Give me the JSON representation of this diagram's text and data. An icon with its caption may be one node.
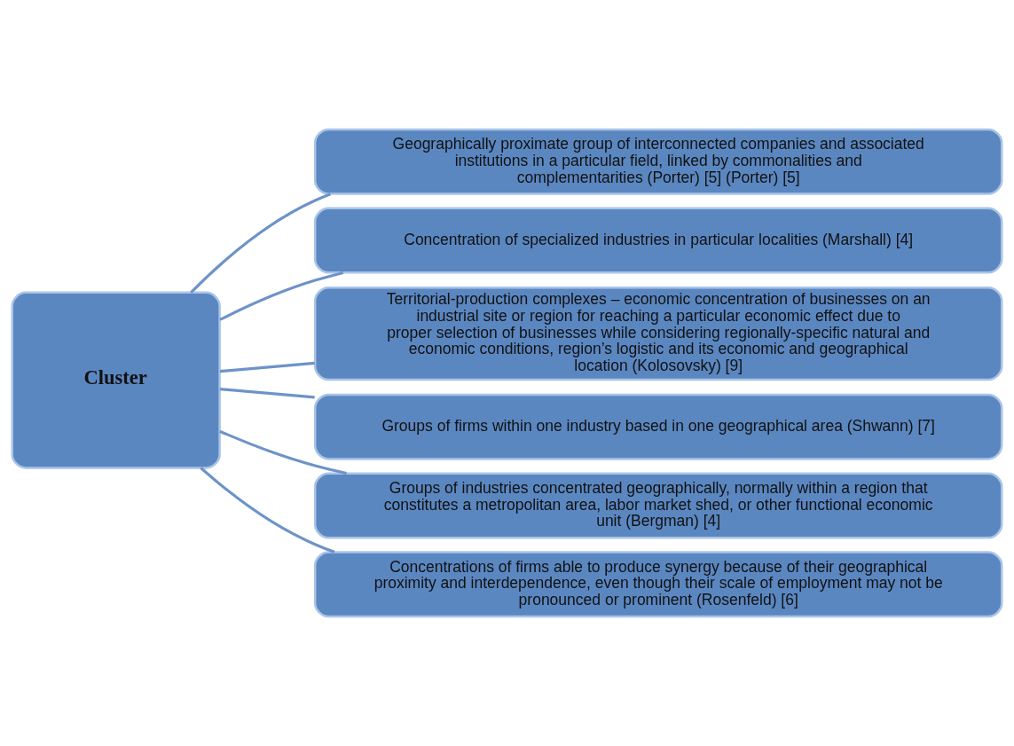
{
  "diagram": {
    "nodes": [
      {
        "text": [
          "Cluster"
        ]
      },
      {
        "text": [
          "Geographically proximate group of interconnected companies and associated institutions in a particular field, linked by commonalities and complementarities (Porter) [5] (Porter) [5]"
        ]
      },
      {
        "text": [
          "Concentration of specialized industries in particular localities (Marshall) [4]"
        ]
      },
      {
        "text": [
          "Territorial-production complexes – economic concentration of businesses on an industrial site or region for reaching a particular economic effect due to proper selection of businesses while considering regionally-specific natural and economic conditions, region’s logistic and its economic and geographical location (Kolosovsky) [9]"
        ]
      },
      {
        "text": [
          "Groups of firms within one industry based in one geographical area (Shwann) [7]"
        ]
      },
      {
        "text": [
          "Groups of industries concentrated geographically, normally within a region that constitutes a metropolitan area, labor market shed, or other functional economic unit (Bergman) [4]"
        ]
      },
      {
        "text": [
          "Concentrations of firms able to produce synergy because of their geographical proximity and interdependence, even though their scale of employment may not be pronounced or prominent (Rosenfeld) [6]"
        ]
      }
    ],
    "edges": [
      {
        "from": 0,
        "to": 1,
        "arrow": "none"
      },
      {
        "from": 0,
        "to": 2,
        "arrow": "none"
      },
      {
        "from": 0,
        "to": 3,
        "arrow": "none"
      },
      {
        "from": 0,
        "to": 4,
        "arrow": "none"
      },
      {
        "from": 0,
        "to": 5,
        "arrow": "none"
      },
      {
        "from": 0,
        "to": 6,
        "arrow": "none"
      }
    ]
  }
}
